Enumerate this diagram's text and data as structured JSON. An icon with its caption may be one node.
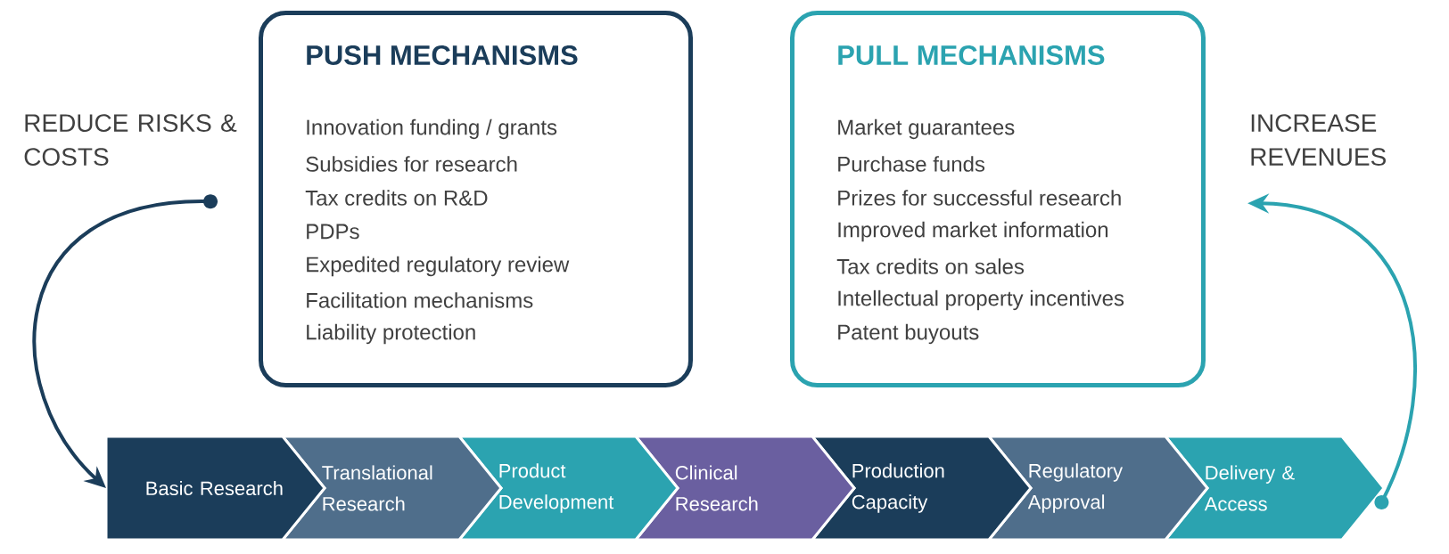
{
  "diagram": {
    "nodes": [
      {
        "text": [
          "REDUCE RISKS & COSTS"
        ]
      },
      {
        "text": [
          "PUSH MECHANISMS",
          "Innovation funding / grants",
          "Subsidies for research",
          "Tax credits on R&D",
          "PDPs",
          "Expedited regulatory review",
          "Facilitation mechanisms",
          "Liability protection"
        ]
      },
      {
        "text": [
          "PULL MECHANISMS",
          "Market guarantees",
          "Purchase funds",
          "Prizes for successful research",
          "Improved market information",
          "Tax credits on sales",
          "Intellectual property incentives",
          "Patent buyouts"
        ]
      },
      {
        "text": [
          "INCREASE REVENUES"
        ]
      },
      {
        "text": [
          "Basic Research"
        ]
      },
      {
        "text": [
          "Translational Research"
        ]
      },
      {
        "text": [
          "Product Development"
        ]
      },
      {
        "text": [
          "Clinical Research"
        ]
      },
      {
        "text": [
          "Production Capacity"
        ]
      },
      {
        "text": [
          "Regulatory Approval"
        ]
      },
      {
        "text": [
          "Delivery & Access"
        ]
      }
    ],
    "edges": [
      {
        "from": 0,
        "to": 4,
        "arrow": "to",
        "color": "#1b3d5a"
      },
      {
        "from": 10,
        "to": 3,
        "arrow": "to",
        "color": "#2ba3b0"
      }
    ]
  }
}
